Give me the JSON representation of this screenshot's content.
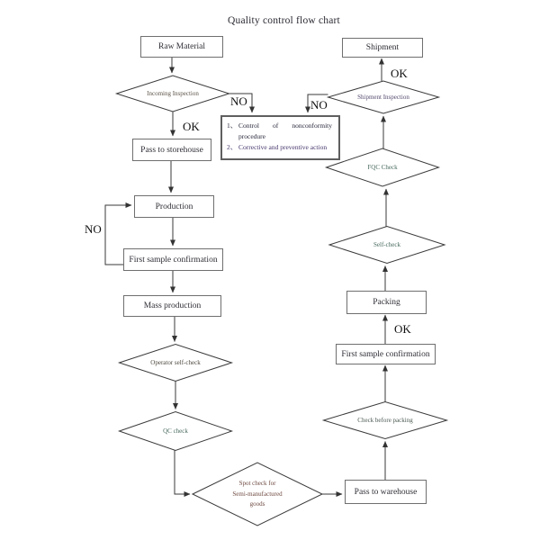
{
  "title": "Quality control flow chart",
  "nodes": {
    "raw_material": {
      "label": "Raw Material"
    },
    "incoming_inspection": {
      "label": "Incoming Inspection"
    },
    "pass_to_storehouse": {
      "label": "Pass to storehouse"
    },
    "production": {
      "label": "Production"
    },
    "first_sample_left": {
      "label": "First sample confirmation"
    },
    "mass_production": {
      "label": "Mass production"
    },
    "operator_self_check": {
      "label": "Operator self-check"
    },
    "qc_check": {
      "label": "QC check"
    },
    "spot_check": {
      "line1": "Spot check for",
      "line2": "Semi-manufactured",
      "line3": "goods"
    },
    "pass_to_warehouse": {
      "label": "Pass to warehouse"
    },
    "check_before_packing": {
      "label": "Check before packing"
    },
    "first_sample_right": {
      "label": "First sample confirmation"
    },
    "packing": {
      "label": "Packing"
    },
    "self_check": {
      "label": "Self-check"
    },
    "fqc_check": {
      "label": "FQC Check"
    },
    "shipment_inspection": {
      "label": "Shipment Inspection"
    },
    "shipment": {
      "label": "Shipment"
    },
    "control_box": {
      "item1_num": "1、",
      "item1_word1": "Control",
      "item1_word2": "of",
      "item1_word3": "nonconformity",
      "item1_line2": "procedure",
      "item2_num": "2、",
      "item2_text": "Corrective and preventive action"
    }
  },
  "edge_labels": {
    "ok_after_incoming": "OK",
    "no_after_incoming": "NO",
    "no_production_loop": "NO",
    "ok_before_packing": "OK",
    "no_shipment_inspection": "NO",
    "ok_after_shipment_inspection": "OK"
  },
  "colors": {
    "line": "#3a3a3a",
    "rect_border": "#6f6f6f",
    "labels": {
      "incoming_inspection": "#5c5348",
      "shipment_inspection": "#564a6e",
      "fqc_check": "#47695e",
      "self_check": "#47695e",
      "operator_self_check": "#4c463c",
      "qc_check": "#47695e",
      "check_before_packing": "#4c5a52",
      "spot_check": "#6e4a41",
      "control_item1": "#28283c",
      "control_item2": "#46356b"
    }
  }
}
